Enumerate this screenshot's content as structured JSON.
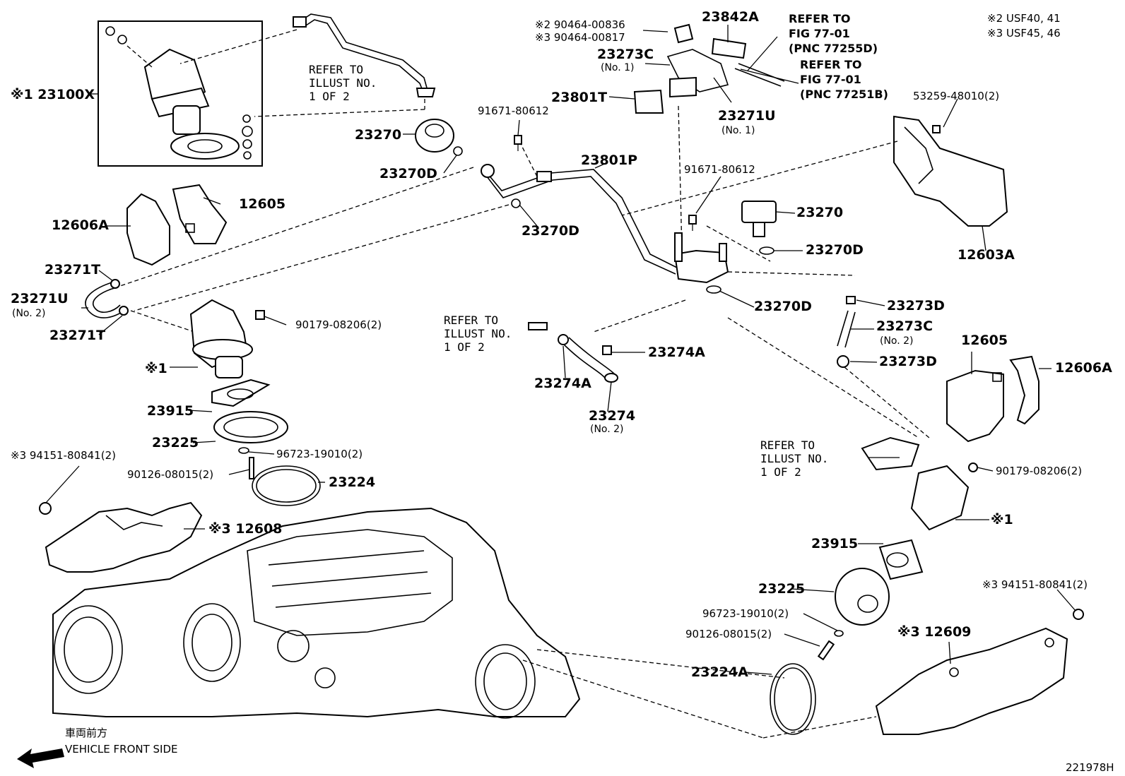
{
  "notes": {
    "n2": "※2 USF40, 41",
    "n3": "※3 USF45, 46"
  },
  "refer_boxes": [
    {
      "l1": "REFER TO",
      "l2": "ILLUST NO.",
      "l3": "1 OF 2"
    },
    {
      "l1": "REFER TO",
      "l2": "ILLUST NO.",
      "l3": "1 OF 2"
    },
    {
      "l1": "REFER TO",
      "l2": "ILLUST NO.",
      "l3": "1 OF 2"
    }
  ],
  "refer_fig": [
    {
      "l1": "REFER TO",
      "l2": "FIG 77-01",
      "l3": "(PNC 77255D)"
    },
    {
      "l1": "REFER TO",
      "l2": "FIG 77-01",
      "l3": "(PNC 77251B)"
    }
  ],
  "labels": {
    "p23100x": "※1 23100X",
    "p90464a": "※2 90464-00836",
    "p90464b": "※3 90464-00817",
    "p23842a": "23842A",
    "p23273c1": "23273C",
    "p23273c1_sub": "(No. 1)",
    "p23801t": "23801T",
    "p23271u1": "23271U",
    "p23271u1_sub": "(No. 1)",
    "p53259": "53259-48010(2)",
    "p91671a": "91671-80612",
    "p23270a": "23270",
    "p23270d_a": "23270D",
    "p23801p": "23801P",
    "p12605a": "12605",
    "p12606a_a": "12606A",
    "p23270d_b": "23270D",
    "p91671b": "91671-80612",
    "p23270b": "23270",
    "p23270d_c": "23270D",
    "p12603a": "12603A",
    "p23271t_a": "23271T",
    "p23271u2": "23271U",
    "p23271u2_sub": "(No. 2)",
    "p23271t_b": "23271T",
    "p90179a": "90179-08206(2)",
    "p23270d_d": "23270D",
    "p23273d_a": "23273D",
    "p23273c2": "23273C",
    "p23273c2_sub": "(No. 2)",
    "p23273d_b": "23273D",
    "p12605b": "12605",
    "p12606a_b": "12606A",
    "p23274a_a": "23274A",
    "p23274a_b": "23274A",
    "p23274": "23274",
    "p23274_sub": "(No. 2)",
    "p1_left": "※1",
    "p23915a": "23915",
    "p23225a": "23225",
    "p96723a": "96723-19010(2)",
    "p90126a": "90126-08015(2)",
    "p23224": "23224",
    "p94151a": "※3 94151-80841(2)",
    "p12608": "※3 12608",
    "p90179b": "90179-08206(2)",
    "p1_right": "※1",
    "p23915b": "23915",
    "p23225b": "23225",
    "p96723b": "96723-19010(2)",
    "p90126b": "90126-08015(2)",
    "p23224a": "23224A",
    "p94151b": "※3 94151-80841(2)",
    "p12609": "※3 12609"
  },
  "front": {
    "jp": "車両前方",
    "en": "VEHICLE FRONT SIDE"
  },
  "figure_id": "221978H"
}
